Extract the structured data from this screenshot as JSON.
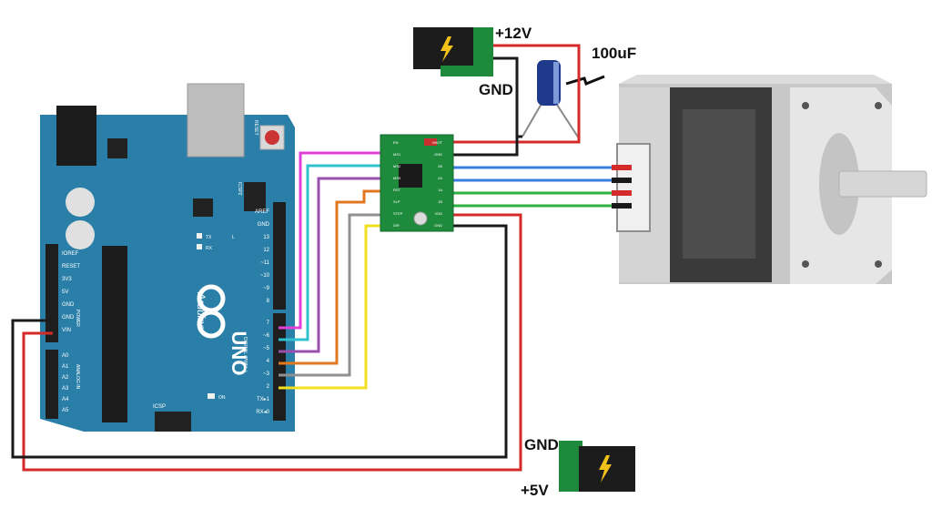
{
  "diagram": {
    "labels": {
      "plus12v": "+12V",
      "gnd_top": "GND",
      "capacitor": "100uF",
      "gnd_bottom": "GND",
      "plus5v": "+5V"
    },
    "arduino": {
      "brand": "Arduino",
      "model": "UNO",
      "reset_label": "RESET",
      "icsp2_label": "ICSP2",
      "icsp_label": "ICSP",
      "power_section_label": "POWER",
      "analog_section_label": "ANALOG IN",
      "digital_section_label": "DIGITAL (PWM~)",
      "tx_label": "TX",
      "rx_label": "RX",
      "l_label": "L",
      "on_label": "ON",
      "power_pins": [
        "IOREF",
        "RESET",
        "3V3",
        "5V",
        "GND",
        "GND",
        "VIN"
      ],
      "analog_pins": [
        "A0",
        "A1",
        "A2",
        "A3",
        "A4",
        "A5"
      ],
      "digital_top_pins": [
        "AREF",
        "GND",
        "13",
        "12",
        "~11",
        "~10",
        "~9",
        "8"
      ],
      "digital_bottom_pins": [
        "7",
        "~6",
        "~5",
        "4",
        "~3",
        "2",
        "TX▸1",
        "RX◂0"
      ]
    },
    "driver": {
      "left_pins": [
        "EN",
        "MS1",
        "MS2",
        "MS3",
        "RST",
        "SLP",
        "STEP",
        "DIR"
      ],
      "right_pins": [
        "VMOT",
        "GND",
        "2B",
        "2A",
        "1A",
        "1B",
        "VDD",
        "GND"
      ]
    },
    "colors": {
      "power": "#d42a2a",
      "ground": "#1a1a1a",
      "board": "#2a7fa8",
      "pcb_green": "#1e8a3c",
      "wire_magenta": "#e040d8",
      "wire_cyan": "#30c0d0",
      "wire_purple": "#9a50b0",
      "wire_orange": "#e07820",
      "wire_grey": "#909090",
      "wire_yellow": "#f0e020",
      "coil_blue": "#3a7fe0",
      "coil_green": "#30b040"
    },
    "icons": {
      "power_jack_symbol": "lightning-bolt-icon"
    }
  }
}
